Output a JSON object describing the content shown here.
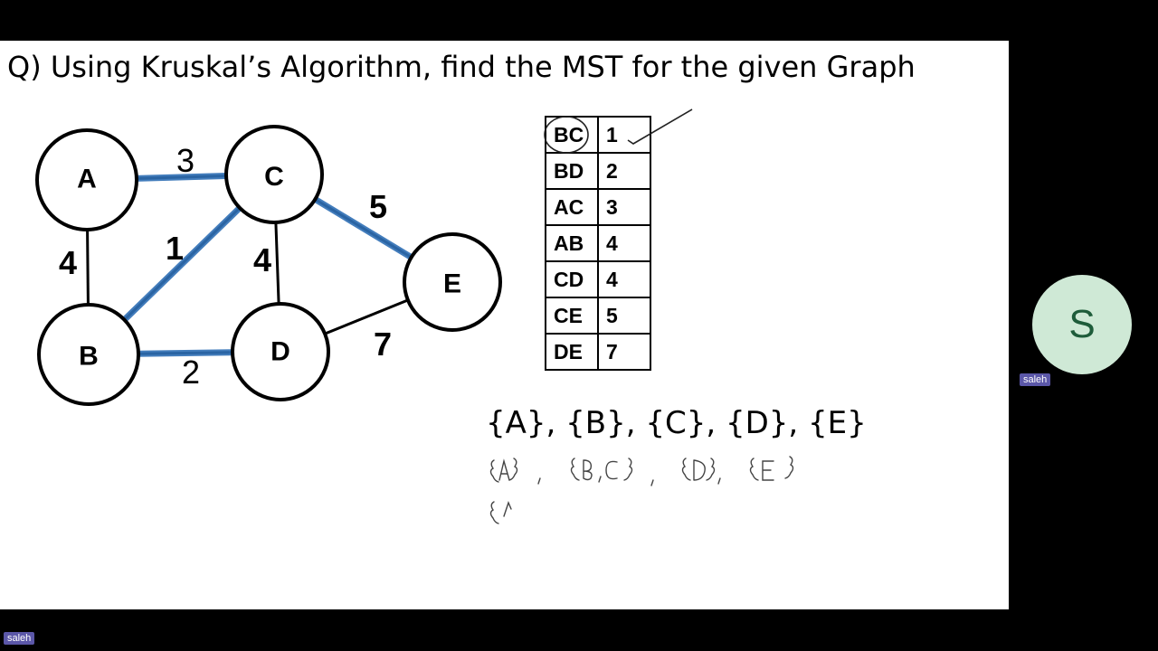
{
  "slide": {
    "title": "Q) Using Kruskal’s Algorithm, find the MST for the given Graph",
    "graph": {
      "nodes": [
        {
          "id": "A",
          "label": "A"
        },
        {
          "id": "B",
          "label": "B"
        },
        {
          "id": "C",
          "label": "C"
        },
        {
          "id": "D",
          "label": "D"
        },
        {
          "id": "E",
          "label": "E"
        }
      ],
      "edges": [
        {
          "from": "A",
          "to": "C",
          "weight": "3",
          "highlighted": true
        },
        {
          "from": "A",
          "to": "B",
          "weight": "4",
          "highlighted": false
        },
        {
          "from": "B",
          "to": "C",
          "weight": "1",
          "highlighted": true
        },
        {
          "from": "C",
          "to": "D",
          "weight": "4",
          "highlighted": false
        },
        {
          "from": "C",
          "to": "E",
          "weight": "5",
          "highlighted": true
        },
        {
          "from": "B",
          "to": "D",
          "weight": "2",
          "highlighted": true
        },
        {
          "from": "D",
          "to": "E",
          "weight": "7",
          "highlighted": false
        }
      ],
      "highlight_color": "#2f6fb5"
    },
    "edge_table": [
      {
        "edge": "BC",
        "weight": "1"
      },
      {
        "edge": "BD",
        "weight": "2"
      },
      {
        "edge": "AC",
        "weight": "3"
      },
      {
        "edge": "AB",
        "weight": "4"
      },
      {
        "edge": "CD",
        "weight": "4"
      },
      {
        "edge": "CE",
        "weight": "5"
      },
      {
        "edge": "DE",
        "weight": "7"
      }
    ],
    "initial_sets": "{A}, {B}, {C}, {D}, {E}"
  },
  "participants": {
    "avatar_initial": "S",
    "avatar_color": "#cfe9d6",
    "tile_name": "saleh",
    "self_name": "saleh"
  }
}
